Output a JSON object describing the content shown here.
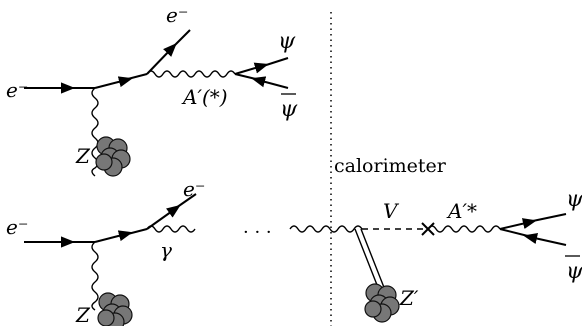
{
  "labels": {
    "e_in_1": "e⁻",
    "e_out_1": "e⁻",
    "psi_1": "ψ",
    "psibar_1": "ψ",
    "aprime_1": "A′(*)",
    "z_1": "Z",
    "calorimeter": "calorimeter",
    "e_in_2": "e⁻",
    "e_out_2": "e⁻",
    "gamma": "γ",
    "ellipsis": "· · ·",
    "v": "V",
    "aprime_2": "A′*",
    "psi_2": "ψ",
    "psibar_2": "ψ",
    "z_2": "Z",
    "zprime": "Z′"
  }
}
